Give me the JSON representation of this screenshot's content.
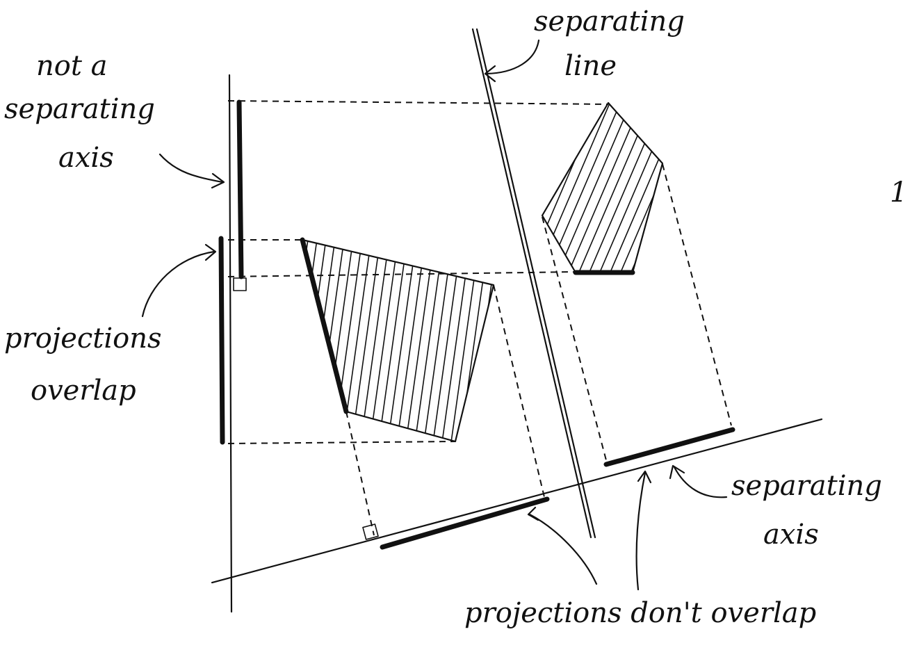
{
  "labels": {
    "not_separating_line1": "not a",
    "not_separating_line2": "separating",
    "not_separating_line3": "axis",
    "separating_line_line1": "separating",
    "separating_line_line2": "line",
    "projections_overlap_line1": "projections",
    "projections_overlap_line2": "overlap",
    "separating_axis_line1": "separating",
    "separating_axis_line2": "axis",
    "projections_dont_overlap": "projections don't overlap",
    "page_mark": "1"
  },
  "colors": {
    "ink": "#111111",
    "paper": "#ffffff"
  }
}
